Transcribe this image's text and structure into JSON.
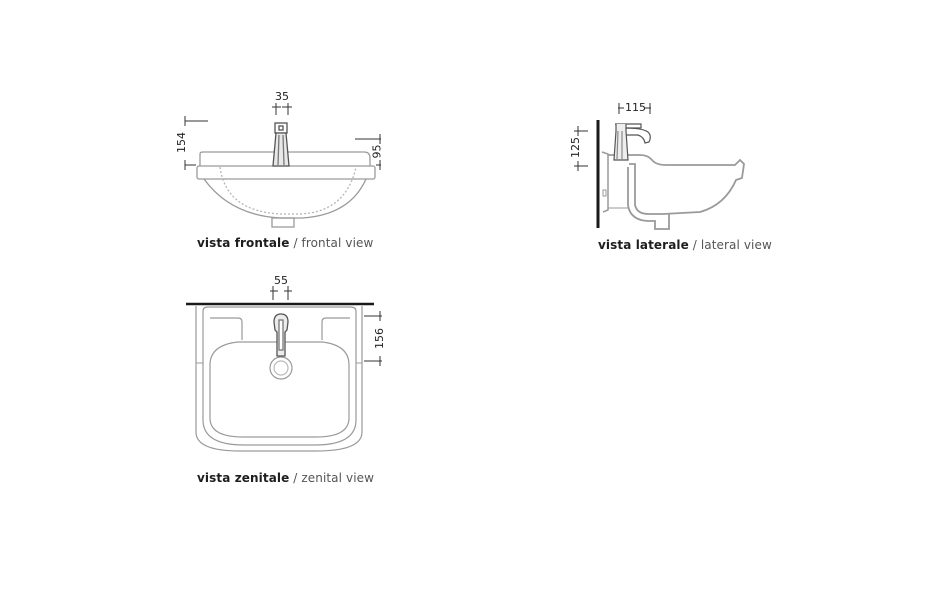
{
  "views": {
    "frontal": {
      "caption_bold": "vista frontale",
      "separator": "/",
      "caption_light": "frontal view",
      "dims": {
        "tap_width": "35",
        "total_height": "154",
        "rim_height": "95"
      }
    },
    "lateral": {
      "caption_bold": "vista laterale",
      "separator": "/",
      "caption_light": "lateral view",
      "dims": {
        "tap_projection": "115",
        "tap_height": "125"
      }
    },
    "zenital": {
      "caption_bold": "vista zenitale",
      "separator": "/",
      "caption_light": "zenital view",
      "dims": {
        "tap_offset": "55",
        "deck_depth": "156"
      }
    }
  },
  "colors": {
    "line": "#9a9a9a",
    "dark_line": "#1a1a1a",
    "text": "#222222"
  }
}
